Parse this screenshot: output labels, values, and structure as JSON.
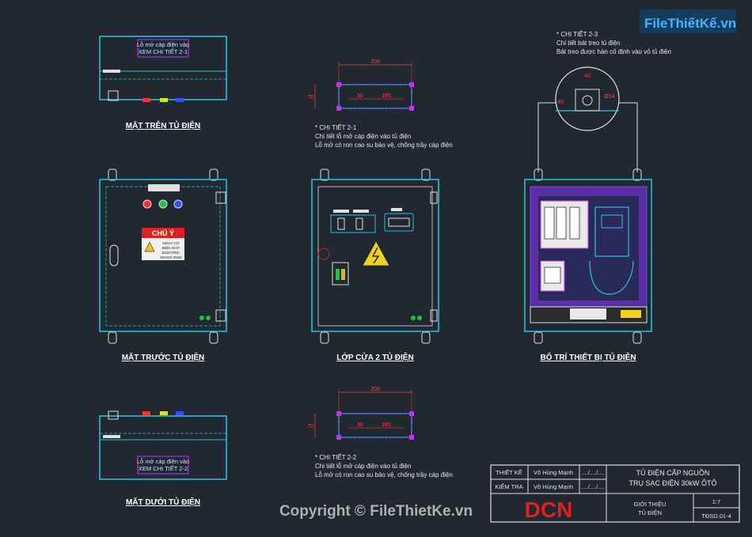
{
  "logo": {
    "text": "FileThiếtKế.vn"
  },
  "views": {
    "top_title": "MẶT TRÊN TỦ ĐIỆN",
    "front_title": "MẶT TRƯỚC TỦ ĐIỆN",
    "inner_title": "LỚP CỬA 2 TỦ ĐIỆN",
    "layout_title": "BỐ TRÍ THIẾT BỊ TỦ ĐIỆN",
    "bottom_title": "MẶT DƯỚI TỦ ĐIỆN"
  },
  "top_view": {
    "plate_line1": "Lỗ mở cáp điện vào",
    "plate_line2": "XEM CHI TIẾT 2-1"
  },
  "bottom_view": {
    "plate_line1": "Lỗ mở cáp điện vào",
    "plate_line2": "XEM CHI TIẾT 2-2"
  },
  "detail_21": {
    "dim_width": "200",
    "dim_height": "70",
    "dim_inner1": "180",
    "dim_inner2": "50",
    "title": "* CHI TIẾT 2-1",
    "line1": "Chi tiết lỗ mở cáp điện vào tủ điện",
    "line2": "Lỗ mở có ron cao su bảo vệ, chống trầy cáp điện"
  },
  "detail_22": {
    "dim_width": "200",
    "dim_height": "70",
    "dim_inner1": "180",
    "dim_inner2": "50",
    "title": "* CHI TIẾT 2-2",
    "line1": "Chi tiết lỗ mở cáp điện vào tủ điện",
    "line2": "Lỗ mở có ron cao su bảo vệ, chống trầy cáp điện"
  },
  "detail_23": {
    "title": "* CHI TIẾT 2-3",
    "line1": "Chi tiết bát treo tủ điện",
    "line2": "Bát treo được hàn cố định vào vỏ tủ điện",
    "dim_a": "40",
    "dim_b": "40",
    "dim_c": "Ø14"
  },
  "front_view": {
    "warning": "CHÚ Ý",
    "sign_text1": "NGUY CƠ",
    "sign_text2": "ĐIỆN GIẬT",
    "sign_text3": "ELECTRIC",
    "sign_text4": "SHOCK RISK"
  },
  "title_block": {
    "designer_label": "THIẾT KẾ",
    "designer_name": "Võ Hùng Mạnh",
    "designer_date": "..../..../....",
    "checker_label": "KIỂM TRA",
    "checker_name": "Võ Hùng Mạnh",
    "checker_date": "..../..../....",
    "project_line1": "TỦ ĐIỆN CẤP NGUỒN",
    "project_line2": "TRỤ SẠC ĐIỆN 30kW ÔTÔ",
    "company": "DCN",
    "sheet_line1": "GIỚI THIỆU",
    "sheet_line2": "TỦ ĐIỆN",
    "scale": "1:7",
    "code": "TĐSD.01-4"
  },
  "watermark": {
    "text": "Copyright © FileThietKe.vn"
  }
}
